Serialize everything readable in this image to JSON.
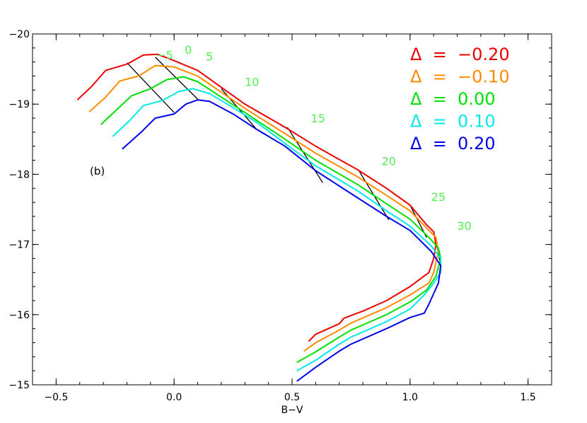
{
  "chart_data": {
    "type": "line",
    "title": "",
    "xlabel": "B−V",
    "ylabel": "",
    "xlim": [
      -0.6,
      1.6
    ],
    "ylim": [
      -20,
      -15
    ],
    "y_reversed": true,
    "x_ticks": [
      -0.5,
      0.0,
      0.5,
      1.0,
      1.5
    ],
    "x_tick_labels": [
      "−0.5",
      "0.0",
      "0.5",
      "1.0",
      "1.5"
    ],
    "y_ticks": [
      -20,
      -19,
      -18,
      -17,
      -16,
      -15
    ],
    "y_tick_labels": [
      "−20",
      "−19",
      "−18",
      "−17",
      "−16",
      "−15"
    ],
    "grid": false,
    "legend_position": "top-right",
    "panel_label": "(b)",
    "series": [
      {
        "name": "Δ  =  −0.20",
        "color": "#ee0000",
        "points": [
          [
            -0.41,
            -19.06
          ],
          [
            -0.35,
            -19.25
          ],
          [
            -0.29,
            -19.48
          ],
          [
            -0.2,
            -19.57
          ],
          [
            -0.13,
            -19.7
          ],
          [
            -0.07,
            -19.71
          ],
          [
            0.0,
            -19.62
          ],
          [
            0.1,
            -19.48
          ],
          [
            0.2,
            -19.24
          ],
          [
            0.3,
            -19.0
          ],
          [
            0.47,
            -18.67
          ],
          [
            0.6,
            -18.4
          ],
          [
            0.78,
            -18.06
          ],
          [
            0.9,
            -17.8
          ],
          [
            1.0,
            -17.56
          ],
          [
            1.07,
            -17.28
          ],
          [
            1.1,
            -17.18
          ],
          [
            1.11,
            -17.0
          ],
          [
            1.1,
            -16.8
          ],
          [
            1.08,
            -16.6
          ],
          [
            1.06,
            -16.55
          ],
          [
            1.0,
            -16.4
          ],
          [
            0.9,
            -16.2
          ],
          [
            0.8,
            -16.05
          ],
          [
            0.72,
            -15.95
          ],
          [
            0.7,
            -15.87
          ],
          [
            0.6,
            -15.72
          ],
          [
            0.57,
            -15.62
          ]
        ]
      },
      {
        "name": "Δ  =  −0.10",
        "color": "#ff8c00",
        "points": [
          [
            -0.36,
            -18.89
          ],
          [
            -0.29,
            -19.1
          ],
          [
            -0.23,
            -19.33
          ],
          [
            -0.15,
            -19.4
          ],
          [
            -0.08,
            -19.55
          ],
          [
            0.0,
            -19.53
          ],
          [
            0.1,
            -19.4
          ],
          [
            0.2,
            -19.17
          ],
          [
            0.3,
            -18.94
          ],
          [
            0.47,
            -18.58
          ],
          [
            0.6,
            -18.3
          ],
          [
            0.78,
            -17.96
          ],
          [
            0.9,
            -17.7
          ],
          [
            1.0,
            -17.48
          ],
          [
            1.08,
            -17.2
          ],
          [
            1.11,
            -17.1
          ],
          [
            1.12,
            -16.9
          ],
          [
            1.1,
            -16.6
          ],
          [
            1.08,
            -16.45
          ],
          [
            1.0,
            -16.28
          ],
          [
            0.9,
            -16.1
          ],
          [
            0.75,
            -15.88
          ],
          [
            0.7,
            -15.78
          ],
          [
            0.6,
            -15.6
          ],
          [
            0.55,
            -15.48
          ]
        ]
      },
      {
        "name": "Δ  =  0.00",
        "color": "#00e000",
        "points": [
          [
            -0.31,
            -18.71
          ],
          [
            -0.25,
            -18.9
          ],
          [
            -0.18,
            -19.12
          ],
          [
            -0.1,
            -19.22
          ],
          [
            -0.03,
            -19.35
          ],
          [
            0.04,
            -19.39
          ],
          [
            0.1,
            -19.32
          ],
          [
            0.2,
            -19.1
          ],
          [
            0.3,
            -18.88
          ],
          [
            0.47,
            -18.5
          ],
          [
            0.6,
            -18.2
          ],
          [
            0.78,
            -17.85
          ],
          [
            0.9,
            -17.58
          ],
          [
            1.0,
            -17.36
          ],
          [
            1.08,
            -17.1
          ],
          [
            1.12,
            -16.95
          ],
          [
            1.13,
            -16.8
          ],
          [
            1.11,
            -16.55
          ],
          [
            1.07,
            -16.35
          ],
          [
            1.0,
            -16.18
          ],
          [
            0.9,
            -16.0
          ],
          [
            0.75,
            -15.78
          ],
          [
            0.7,
            -15.68
          ],
          [
            0.6,
            -15.47
          ],
          [
            0.52,
            -15.32
          ]
        ]
      },
      {
        "name": "Δ  =  0.10",
        "color": "#00e8e8",
        "points": [
          [
            -0.26,
            -18.54
          ],
          [
            -0.19,
            -18.76
          ],
          [
            -0.13,
            -18.98
          ],
          [
            -0.05,
            -19.05
          ],
          [
            0.02,
            -19.18
          ],
          [
            0.08,
            -19.22
          ],
          [
            0.15,
            -19.15
          ],
          [
            0.25,
            -18.95
          ],
          [
            0.35,
            -18.74
          ],
          [
            0.47,
            -18.44
          ],
          [
            0.6,
            -18.12
          ],
          [
            0.78,
            -17.76
          ],
          [
            0.9,
            -17.48
          ],
          [
            1.0,
            -17.26
          ],
          [
            1.09,
            -16.98
          ],
          [
            1.13,
            -16.8
          ],
          [
            1.13,
            -16.6
          ],
          [
            1.1,
            -16.45
          ],
          [
            1.06,
            -16.28
          ],
          [
            1.0,
            -16.08
          ],
          [
            0.9,
            -15.9
          ],
          [
            0.75,
            -15.68
          ],
          [
            0.7,
            -15.58
          ],
          [
            0.6,
            -15.35
          ],
          [
            0.52,
            -15.2
          ]
        ]
      },
      {
        "name": "Δ  =  0.20",
        "color": "#0000ee",
        "points": [
          [
            -0.22,
            -18.36
          ],
          [
            -0.14,
            -18.6
          ],
          [
            -0.08,
            -18.8
          ],
          [
            0.0,
            -18.86
          ],
          [
            0.05,
            -19.0
          ],
          [
            0.1,
            -19.06
          ],
          [
            0.15,
            -19.04
          ],
          [
            0.25,
            -18.86
          ],
          [
            0.35,
            -18.64
          ],
          [
            0.47,
            -18.4
          ],
          [
            0.6,
            -18.05
          ],
          [
            0.78,
            -17.66
          ],
          [
            0.9,
            -17.4
          ],
          [
            1.0,
            -17.2
          ],
          [
            1.09,
            -16.9
          ],
          [
            1.13,
            -16.7
          ],
          [
            1.12,
            -16.45
          ],
          [
            1.08,
            -16.15
          ],
          [
            1.06,
            -16.02
          ],
          [
            1.0,
            -15.96
          ],
          [
            0.9,
            -15.8
          ],
          [
            0.75,
            -15.58
          ],
          [
            0.7,
            -15.48
          ],
          [
            0.6,
            -15.25
          ],
          [
            0.52,
            -15.05
          ]
        ]
      }
    ],
    "isochrons": [
      [
        [
          -0.2,
          -19.59
        ],
        [
          0.0,
          -18.88
        ]
      ],
      [
        [
          -0.08,
          -19.67
        ],
        [
          0.1,
          -19.07
        ]
      ],
      [
        [
          0.2,
          -19.22
        ],
        [
          0.35,
          -18.64
        ]
      ],
      [
        [
          0.48,
          -18.67
        ],
        [
          0.63,
          -17.88
        ]
      ],
      [
        [
          0.78,
          -18.07
        ],
        [
          0.91,
          -17.35
        ]
      ],
      [
        [
          1.0,
          -17.56
        ],
        [
          1.07,
          -17.1
        ]
      ],
      [
        [
          1.11,
          -17.05
        ],
        [
          1.13,
          -16.7
        ]
      ]
    ],
    "annotations": [
      {
        "text": "−5",
        "x": -0.04,
        "y": -19.64
      },
      {
        "text": "0",
        "x": 0.06,
        "y": -19.72
      },
      {
        "text": "5",
        "x": 0.15,
        "y": -19.62
      },
      {
        "text": "10",
        "x": 0.33,
        "y": -19.26
      },
      {
        "text": "15",
        "x": 0.61,
        "y": -18.74
      },
      {
        "text": "20",
        "x": 0.91,
        "y": -18.13
      },
      {
        "text": "25",
        "x": 1.12,
        "y": -17.62
      },
      {
        "text": "30",
        "x": 1.23,
        "y": -17.21
      }
    ],
    "annotation_color": "#55ee55"
  }
}
